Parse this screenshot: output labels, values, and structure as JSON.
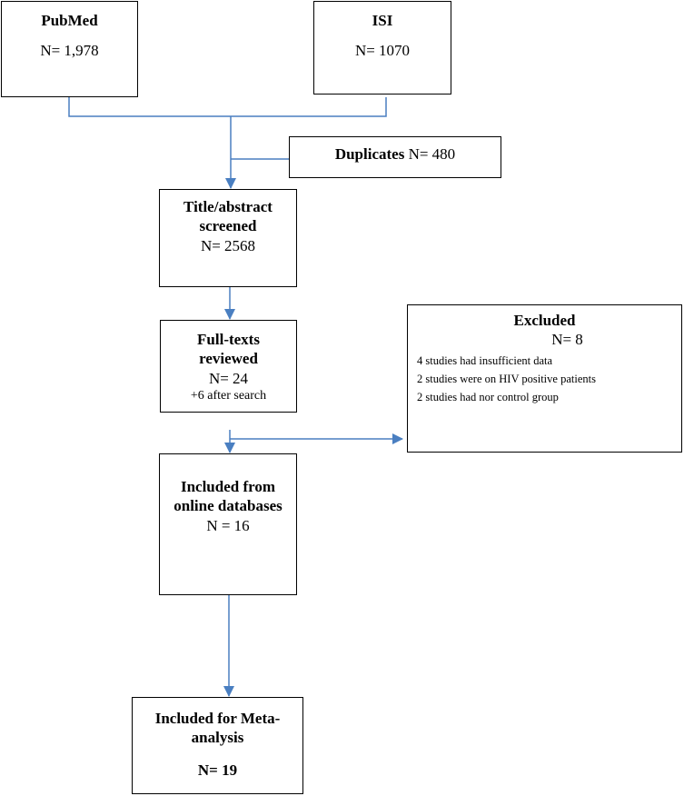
{
  "diagram": {
    "pubmed": {
      "title": "PubMed",
      "count": "N= 1,978"
    },
    "isi": {
      "title": "ISI",
      "count": "N= 1070"
    },
    "duplicates": {
      "title": "Duplicates",
      "count": " N= 480"
    },
    "screened": {
      "line1": "Title/abstract",
      "line2": "screened",
      "count": "N= 2568"
    },
    "fulltext": {
      "line1": "Full-texts",
      "line2": "reviewed",
      "count": "N= 24",
      "extra": "+6 after search"
    },
    "excluded": {
      "title": "Excluded",
      "count": "N= 8",
      "reasons": [
        "4 studies had insufficient data",
        "2 studies were on HIV positive patients",
        "2 studies had nor control group"
      ]
    },
    "included_online": {
      "line1": "Included from",
      "line2": "online databases",
      "count": "N = 16"
    },
    "included_meta": {
      "line1": "Included for Meta-",
      "line2": "analysis",
      "count": "N= 19"
    },
    "colors": {
      "connector": "#4a7fc1",
      "border": "#000000"
    }
  }
}
